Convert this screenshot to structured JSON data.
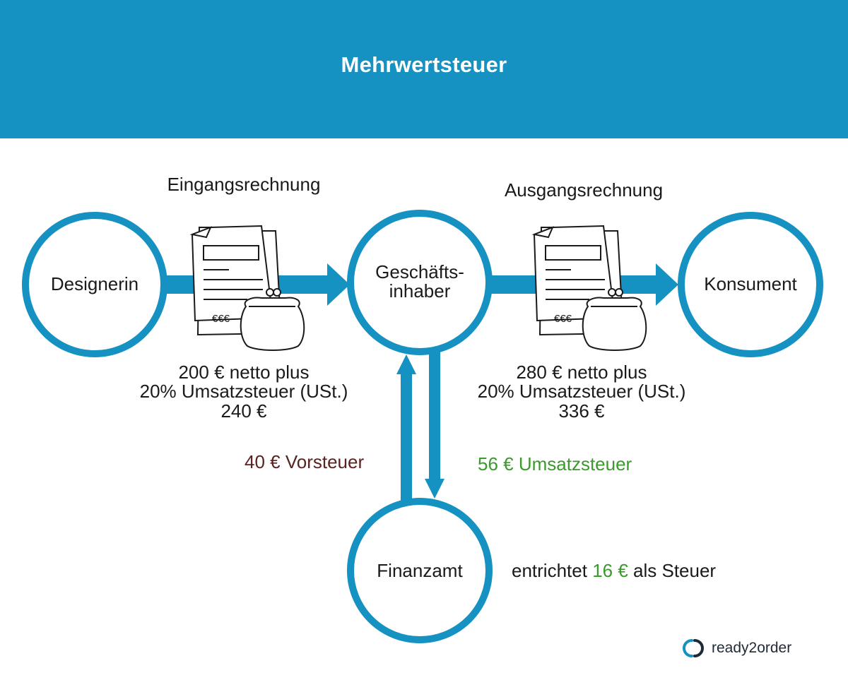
{
  "header": {
    "title": "Mehrwertsteuer"
  },
  "labels": {
    "incoming_invoice": "Eingangsrechnung",
    "outgoing_invoice": "Ausgangsrechnung"
  },
  "nodes": {
    "designer": "Designerin",
    "owner_line1": "Geschäfts-",
    "owner_line2": "inhaber",
    "consumer": "Konsument",
    "tax_office": "Finanzamt"
  },
  "invoice_icon": {
    "currency_text": "€€€"
  },
  "incoming": {
    "line1": "200 € netto plus",
    "line2": "20% Umsatzsteuer (USt.)",
    "line3": "240 €"
  },
  "outgoing": {
    "line1": "280 € netto plus",
    "line2": "20% Umsatzsteuer (USt.)",
    "line3": "336 €"
  },
  "flows": {
    "input_tax": "40 € Vorsteuer",
    "output_tax": "56 € Umsatzsteuer"
  },
  "settlement": {
    "prefix": "entrichtet",
    "amount": "16 €",
    "suffix": "als Steuer"
  },
  "brand": {
    "name": "ready2order"
  },
  "colors": {
    "primary": "#1591c2",
    "green": "#3a9a2b",
    "brown": "#5a2220",
    "text": "#1a1a1a"
  }
}
